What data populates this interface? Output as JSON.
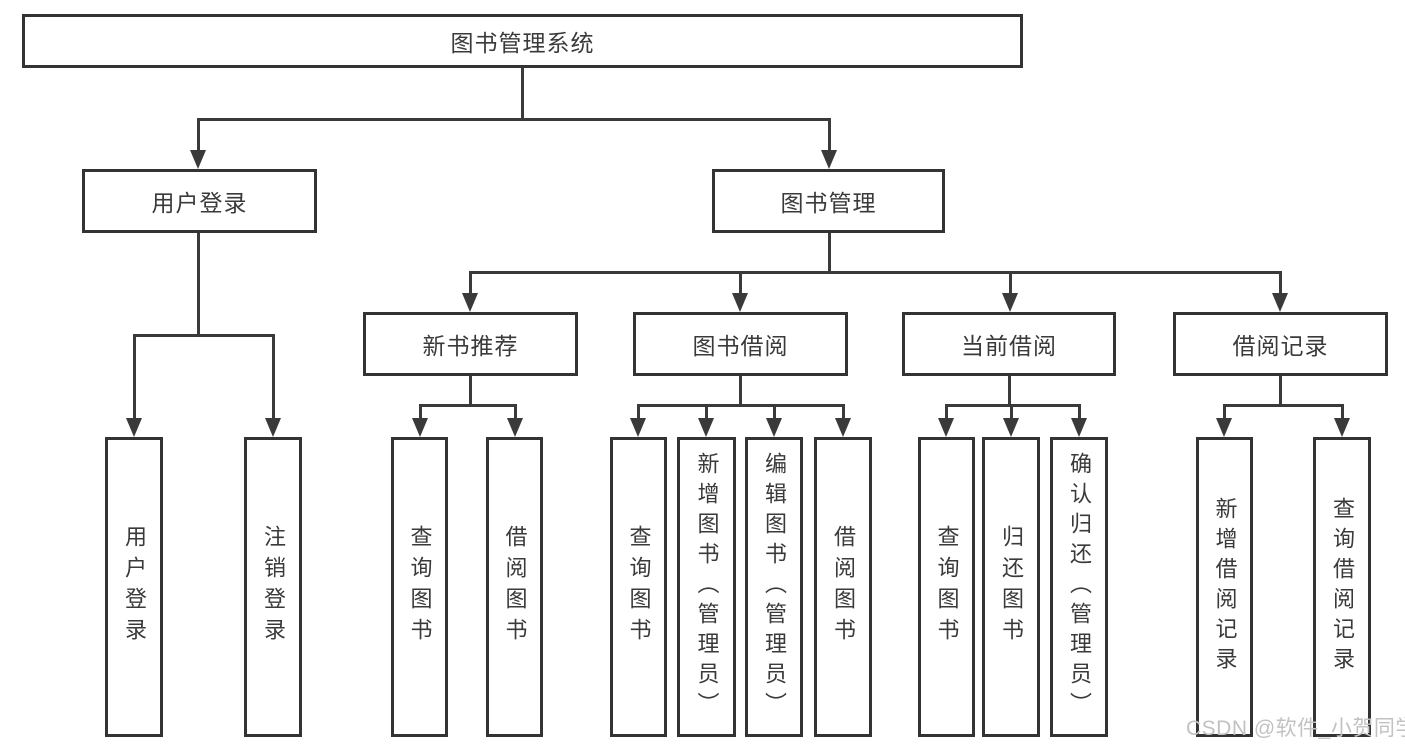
{
  "diagram": {
    "type": "hierarchy",
    "root": "图书管理系统",
    "children": [
      {
        "label": "用户登录",
        "children": [
          "用户登录",
          "注销登录"
        ]
      },
      {
        "label": "图书管理",
        "children": [
          {
            "label": "新书推荐",
            "children": [
              "查询图书",
              "借阅图书"
            ]
          },
          {
            "label": "图书借阅",
            "children": [
              "查询图书",
              "新增图书（管理员）",
              "编辑图书（管理员）",
              "借阅图书"
            ]
          },
          {
            "label": "当前借阅",
            "children": [
              "查询图书",
              "归还图书",
              "确认归还（管理员）"
            ]
          },
          {
            "label": "借阅记录",
            "children": [
              "新增借阅记录",
              "查询借阅记录"
            ]
          }
        ]
      }
    ]
  },
  "watermark": "CSDN @软件_小贺同学",
  "colors": {
    "line": "#3a3a3a",
    "box_border": "#333333",
    "text": "#333333",
    "watermark": "#c2c2c2",
    "background": "#ffffff"
  }
}
